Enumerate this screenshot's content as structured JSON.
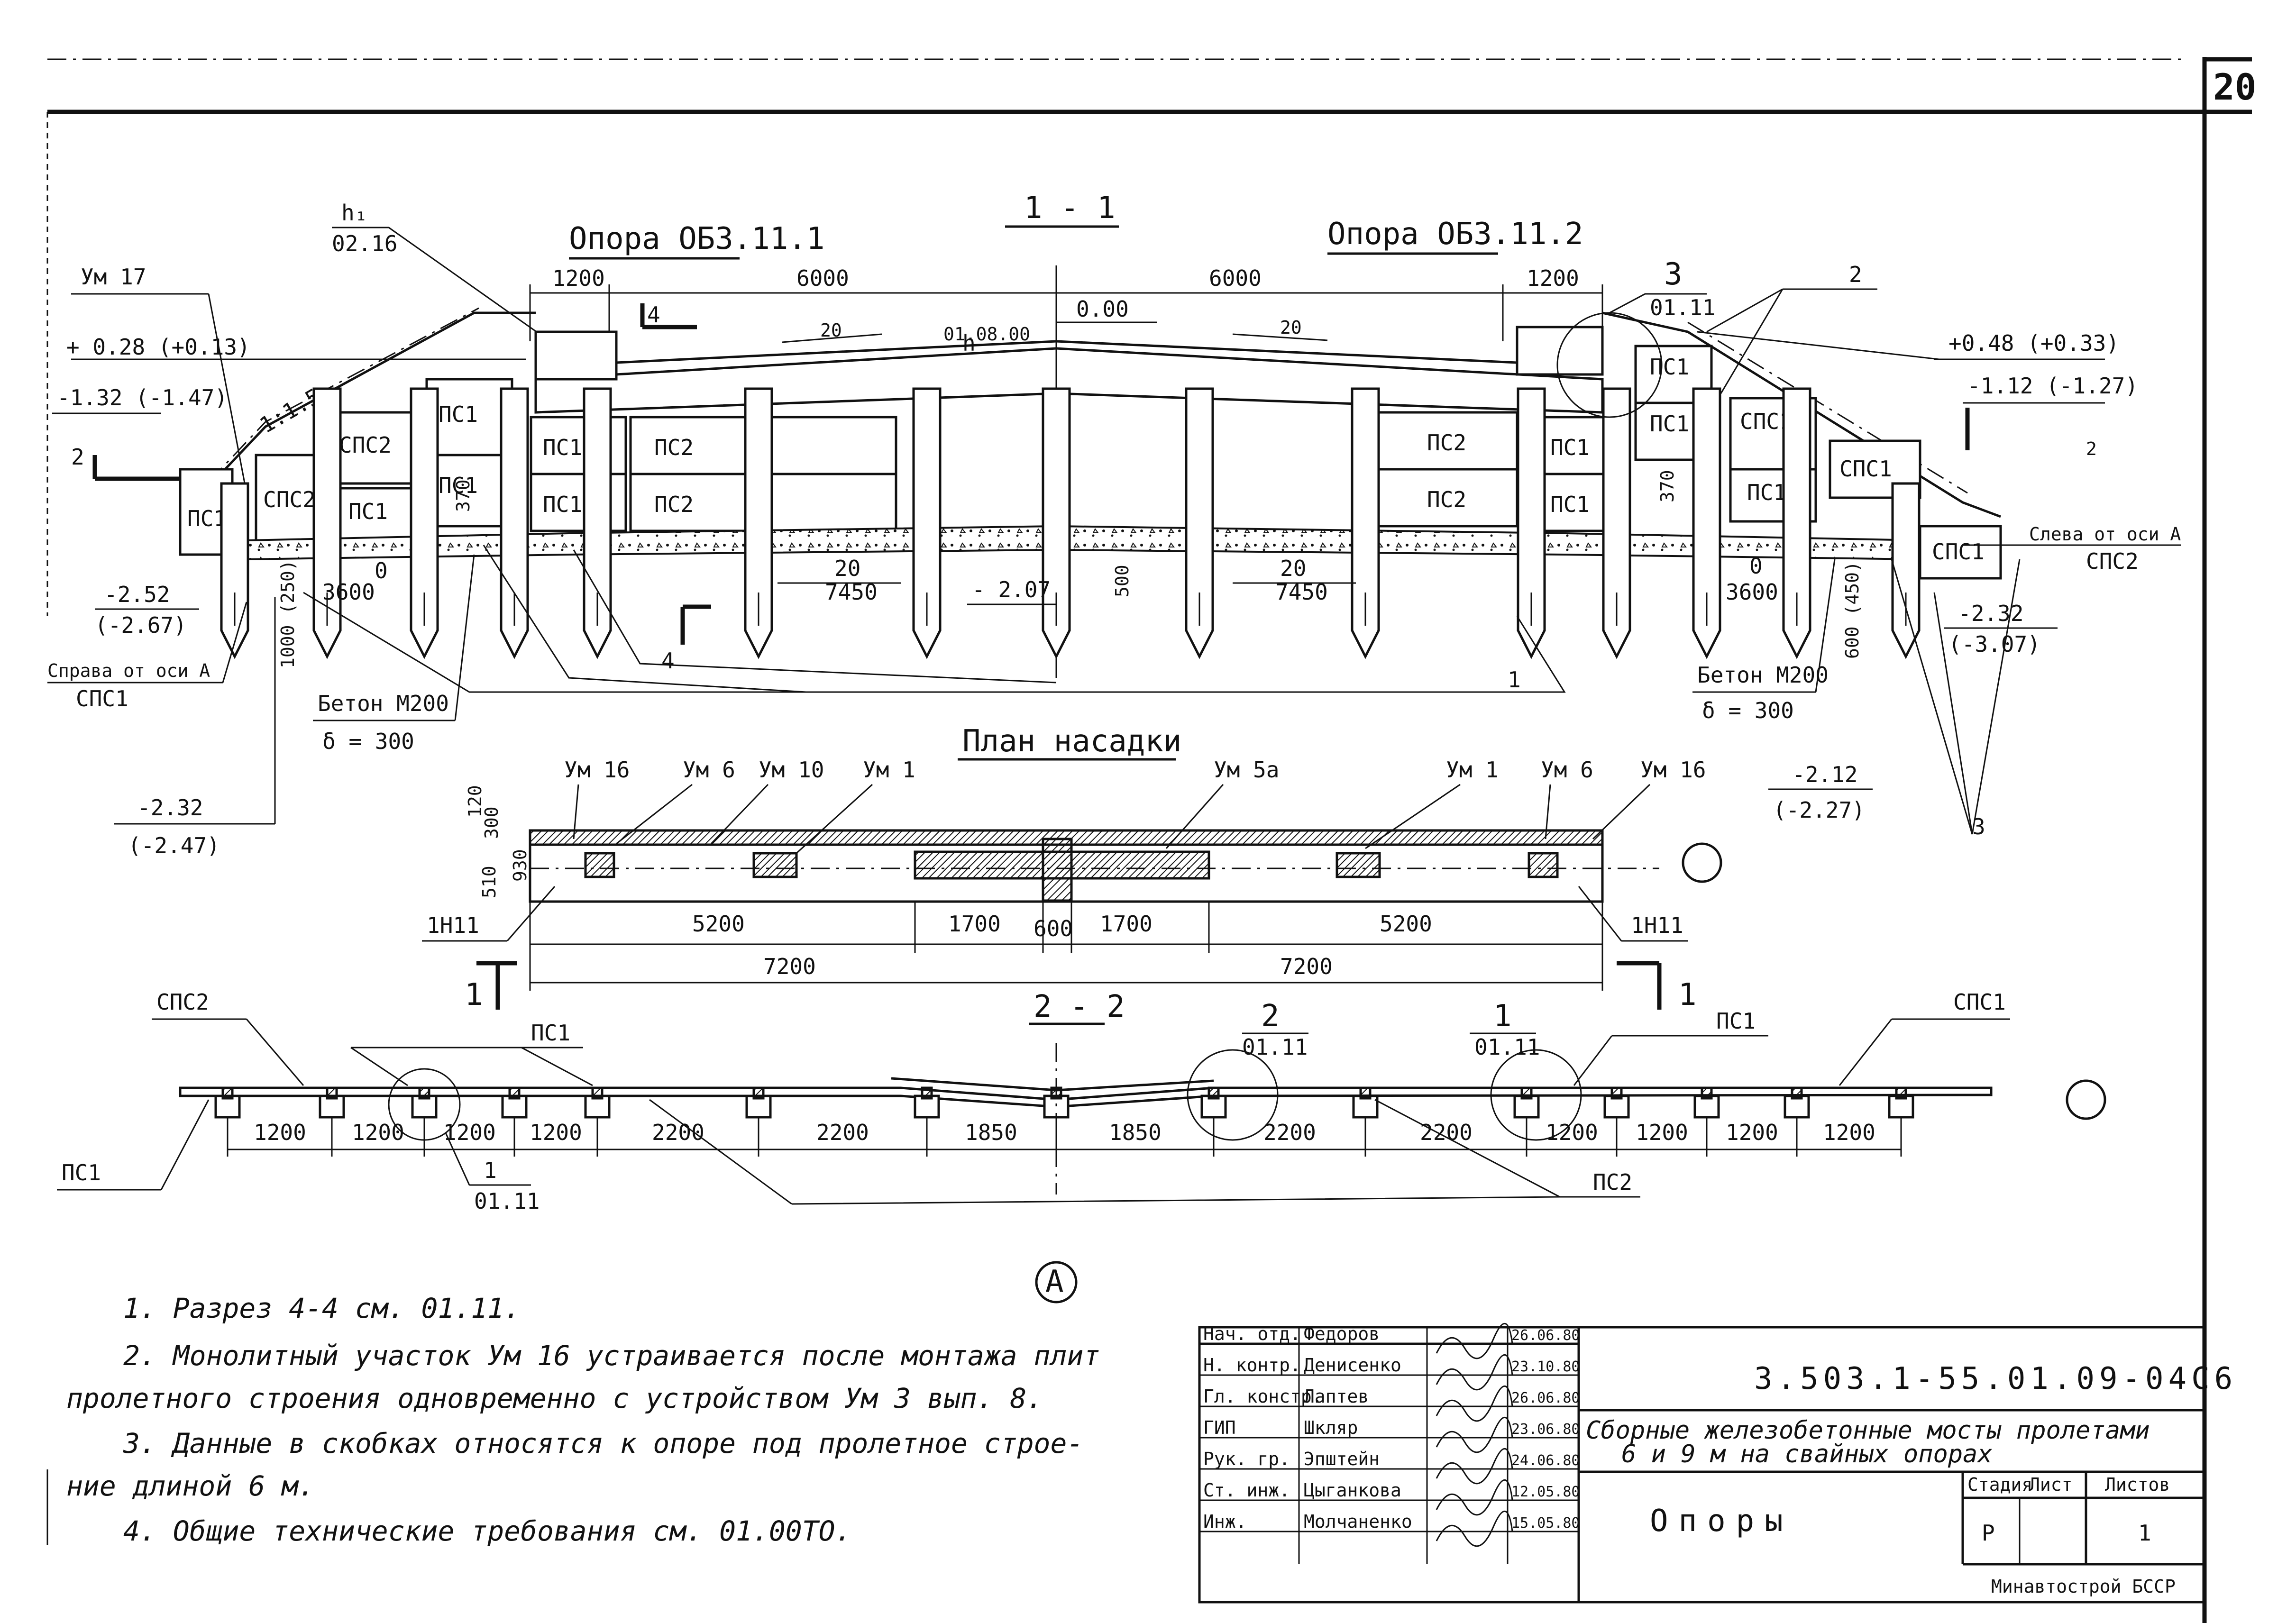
{
  "sheet": {
    "number": "20",
    "code": "3.503.1-55.01.09-04С6",
    "title_line1": "Сборные железобетонные мосты пролетами",
    "title_line2": "6 и 9 м на свайных опорах",
    "drawing_name": "Опоры",
    "stage_header": "Стадия",
    "sheet_header": "Лист",
    "sheets_header": "Листов",
    "stage": "Р",
    "sheets_total": "1",
    "organization": "Минавтострой БССР"
  },
  "stamp_rows": [
    {
      "role": "Нач. отд.",
      "name": "Федоров",
      "date": "26.06.80"
    },
    {
      "role": "Н. контр.",
      "name": "Денисенко",
      "date": "23.10.80"
    },
    {
      "role": "Гл. констр.",
      "name": "Лаптев",
      "date": "26.06.80"
    },
    {
      "role": "ГИП",
      "name": "Шкляр",
      "date": "23.06.80"
    },
    {
      "role": "Рук. гр.",
      "name": "Эпштейн",
      "date": "24.06.80"
    },
    {
      "role": "Ст. инж.",
      "name": "Цыганкова",
      "date": "12.05.80"
    },
    {
      "role": "Инж.",
      "name": "Молчаненко",
      "date": "15.05.80"
    }
  ],
  "section_1_1": {
    "title": "1 - 1",
    "support_left": "Опора ОБ3.11.1",
    "support_right": "Опора ОБ3.11.2",
    "dims_top": [
      "1200",
      "6000",
      "6000",
      "1200"
    ],
    "h1": "h₁",
    "h1_ref": "02.16",
    "h": "h",
    "h_ref": "01.08.00",
    "slope_left": "20",
    "slope_right": "20",
    "zero_mark": "0.00",
    "ref_3": "3",
    "ref_3_sheet": "01.11",
    "ref_2_top": "2",
    "um17": "Ум 17",
    "elev_left": [
      "+ 0.28 (+0.13)",
      "-1.32 (-1.47)",
      "-2.52",
      "(-2.67)",
      "-2.32",
      "(-2.47)"
    ],
    "elev_right": [
      "+0.48 (+0.33)",
      "-1.12 (-1.27)",
      "-2.32",
      "(-3.07)",
      "-2.12",
      "(-2.27)"
    ],
    "slope_ratio": "1:1.5",
    "mark_2": "2",
    "mark_4": "4",
    "blocks_left": [
      "ПС1",
      "СПС2",
      "СПС2",
      "ПС1",
      "ПС1",
      "ПС1",
      "ПС1",
      "ПС1",
      "ПС2",
      "ПС2"
    ],
    "blocks_right": [
      "ПС1",
      "ПС1",
      "СПС1",
      "СПС1",
      "ПС1",
      "ПС1",
      "ПС1",
      "ПС2",
      "ПС2",
      "СПС1"
    ],
    "pile_dims_left": [
      "0",
      "3600",
      "370"
    ],
    "pile_dims_right": [
      "0",
      "3600",
      "370"
    ],
    "center_dims": [
      "20",
      "7450",
      "20",
      "7450",
      "- 2.07",
      "500"
    ],
    "vert_dims": [
      "1000 (250)",
      "600 (450)"
    ],
    "concrete_left": "Бетон М200",
    "concrete_left_t": "δ = 300",
    "concrete_right": "Бетон М200",
    "concrete_right_t": "δ = 300",
    "left_of_axis": "Справа от оси А",
    "left_of_axis_block": "СПС1",
    "right_of_axis": "Слева от оси А",
    "right_of_axis_block": "СПС2",
    "leader_1": "1",
    "leader_3": "3"
  },
  "plan": {
    "title": "План насадки",
    "labels_top": [
      "Ум 16",
      "Ум 6",
      "Ум 10",
      "Ум 1",
      "Ум 5а",
      "Ум 1",
      "Ум 6",
      "Ум 16"
    ],
    "side_dims": [
      "930",
      "510",
      "300",
      "120"
    ],
    "dims": [
      "5200",
      "1700",
      "600",
      "1700",
      "5200"
    ],
    "dims_total": [
      "7200",
      "7200"
    ],
    "end_left": "1Н11",
    "end_right": "1Н11",
    "cut_left": "1",
    "cut_right": "1"
  },
  "section_2_2": {
    "title": "2 - 2",
    "labels": [
      "СПС2",
      "ПС1",
      "2",
      "01.11",
      "1",
      "01.11",
      "ПС1",
      "СПС1",
      "ПС1",
      "1",
      "01.11",
      "ПС2"
    ],
    "dims": [
      "1200",
      "1200",
      "1200",
      "1200",
      "2200",
      "2200",
      "1850",
      "1850",
      "2200",
      "2200",
      "1200",
      "1200",
      "1200",
      "1200"
    ],
    "axis": "А"
  },
  "notes": [
    "1. Разрез 4-4 см. 01.11.",
    "2. Монолитный участок Ум 16 устраивается после монтажа плит",
    "пролетного строения одновременно с устройством Ум 3 вып. 8.",
    "3. Данные в скобках относятся к опоре под пролетное строе-",
    "ние длиной 6 м.",
    "4. Общие технические требования см. 01.00ТО."
  ]
}
